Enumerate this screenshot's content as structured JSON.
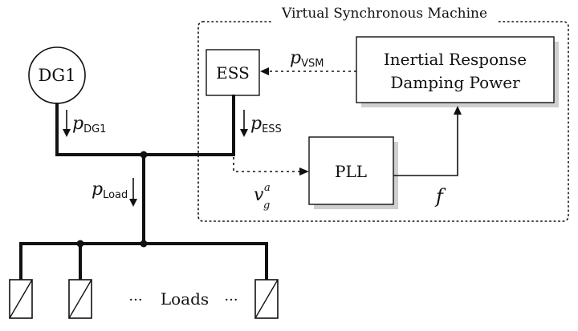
{
  "region": {
    "title": "Virtual Synchronous Machine"
  },
  "dg": {
    "label": "DG1"
  },
  "ess": {
    "label": "ESS"
  },
  "inertial": {
    "line1": "Inertial Response",
    "line2": "Damping Power"
  },
  "pll": {
    "label": "PLL"
  },
  "signals": {
    "p_vsm": {
      "base": "p",
      "sub": "VSM"
    },
    "p_dg1": {
      "base": "p",
      "sub": "DG1"
    },
    "p_ess": {
      "base": "p",
      "sub": "ESS"
    },
    "p_load": {
      "base": "p",
      "sub": "Load"
    },
    "v_ga": {
      "base": "v",
      "sub": "g",
      "sup": "a"
    },
    "f": {
      "label": "f"
    }
  },
  "loads": {
    "dots_left": "···",
    "label": "Loads",
    "dots_right": "···"
  }
}
